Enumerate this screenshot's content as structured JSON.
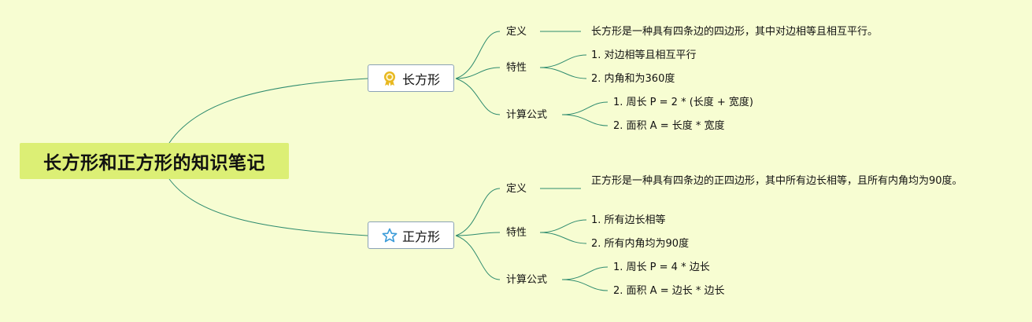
{
  "title": "长方形和正方形的知识笔记",
  "rectangle": {
    "label": "长方形",
    "icon": "award-ribbon-icon",
    "definition_label": "定义",
    "definition_text": "长方形是一种具有四条边的四边形，其中对边相等且相互平行。",
    "properties_label": "特性",
    "properties": [
      "1. 对边相等且相互平行",
      "2. 内角和为360度"
    ],
    "formulas_label": "计算公式",
    "formulas": [
      "1. 周长 P = 2 * (长度 + 宽度)",
      "2. 面积 A = 长度 * 宽度"
    ]
  },
  "square": {
    "label": "正方形",
    "icon": "star-icon",
    "definition_label": "定义",
    "definition_text": "正方形是一种具有四条边的正四边形，其中所有边长相等，且所有内角均为90度。",
    "properties_label": "特性",
    "properties": [
      "1. 所有边长相等",
      "2. 所有内角均为90度"
    ],
    "formulas_label": "计算公式",
    "formulas": [
      "1. 周长 P = 4 * 边长",
      "2. 面积 A = 边长 * 边长"
    ]
  },
  "colors": {
    "background": "#f7fdd2",
    "root_fill": "#dcef75",
    "link": "#2e8b6e",
    "branch_border": "#8aa2b5",
    "award_icon": "#e8b820",
    "star_icon": "#3a9bd8"
  }
}
